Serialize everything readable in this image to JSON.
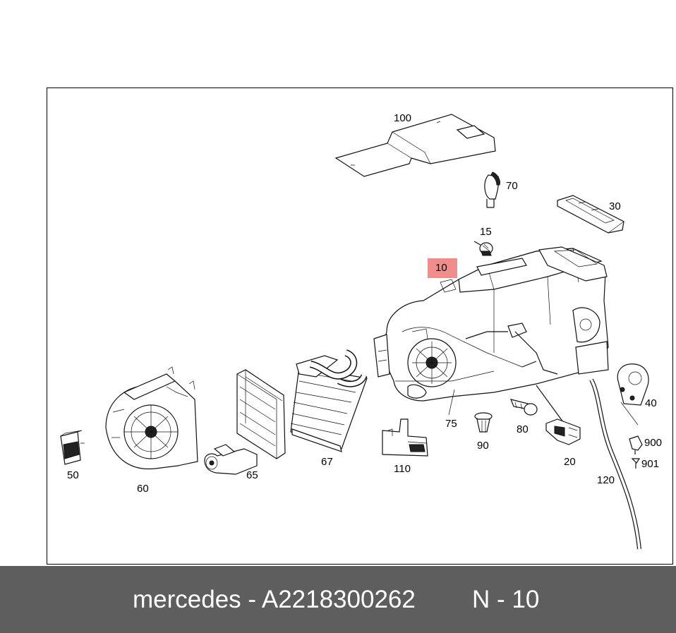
{
  "part_labels": {
    "p100": "100",
    "p70": "70",
    "p30": "30",
    "p15": "15",
    "p10": "10",
    "p75": "75",
    "p40": "40",
    "p80": "80",
    "p90": "90",
    "p900": "900",
    "p901": "901",
    "p20": "20",
    "p110": "110",
    "p120": "120",
    "p67": "67",
    "p65": "65",
    "p60": "60",
    "p50": "50"
  },
  "highlight_color": "#ef8c8c",
  "footer": {
    "brand": "mercedes - A2218300262",
    "ref": "N - 10"
  },
  "footer_color": "#5e5e5e"
}
